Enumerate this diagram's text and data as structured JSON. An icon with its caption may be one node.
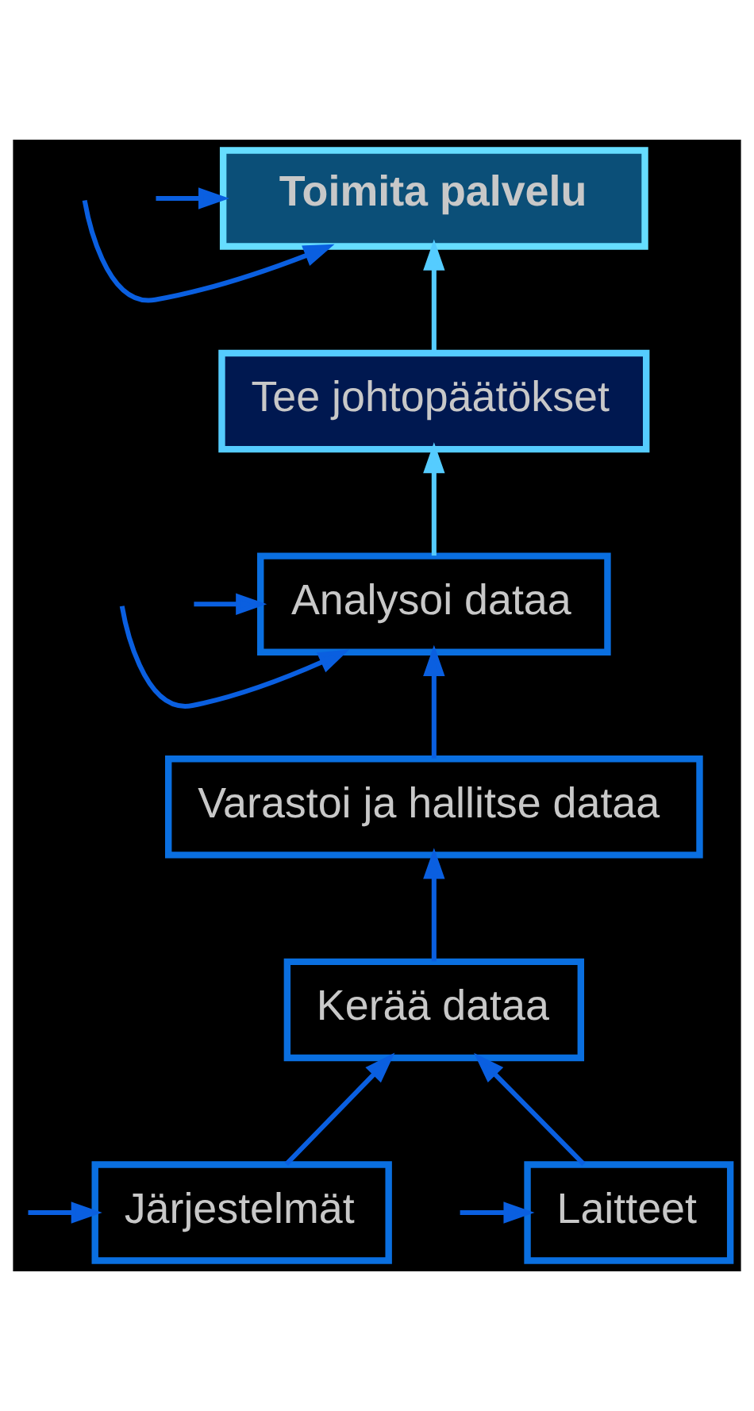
{
  "diagram": {
    "nodes": [
      {
        "text": [
          "Toimita palvelu"
        ]
      },
      {
        "text": [
          "Tee johtopäätökset"
        ]
      },
      {
        "text": [
          "Analysoi dataa"
        ]
      },
      {
        "text": [
          "Varastoi ja hallitse dataa"
        ]
      },
      {
        "text": [
          "Kerää dataa"
        ]
      },
      {
        "text": [
          "Järjestelmät"
        ]
      },
      {
        "text": [
          "Laitteet"
        ]
      }
    ],
    "edges": [
      {
        "from": 1,
        "to": 0,
        "arrow": "to",
        "color": "#55ccff"
      },
      {
        "from": 2,
        "to": 1,
        "arrow": "to",
        "color": "#55ccff"
      },
      {
        "from": 3,
        "to": 2,
        "arrow": "to"
      },
      {
        "from": 4,
        "to": 3,
        "arrow": "to"
      },
      {
        "from": 5,
        "to": 4,
        "arrow": "to"
      },
      {
        "from": 6,
        "to": 4,
        "arrow": "to"
      },
      {
        "from": null,
        "to": 0,
        "arrow": "to"
      },
      {
        "from": null,
        "to": 2,
        "arrow": "to"
      },
      {
        "from": null,
        "to": 5,
        "arrow": "to"
      },
      {
        "from": null,
        "to": 0,
        "arrow": "to"
      },
      {
        "from": null,
        "to": 2,
        "arrow": "to"
      },
      {
        "from": null,
        "to": 6,
        "arrow": "to"
      }
    ]
  }
}
